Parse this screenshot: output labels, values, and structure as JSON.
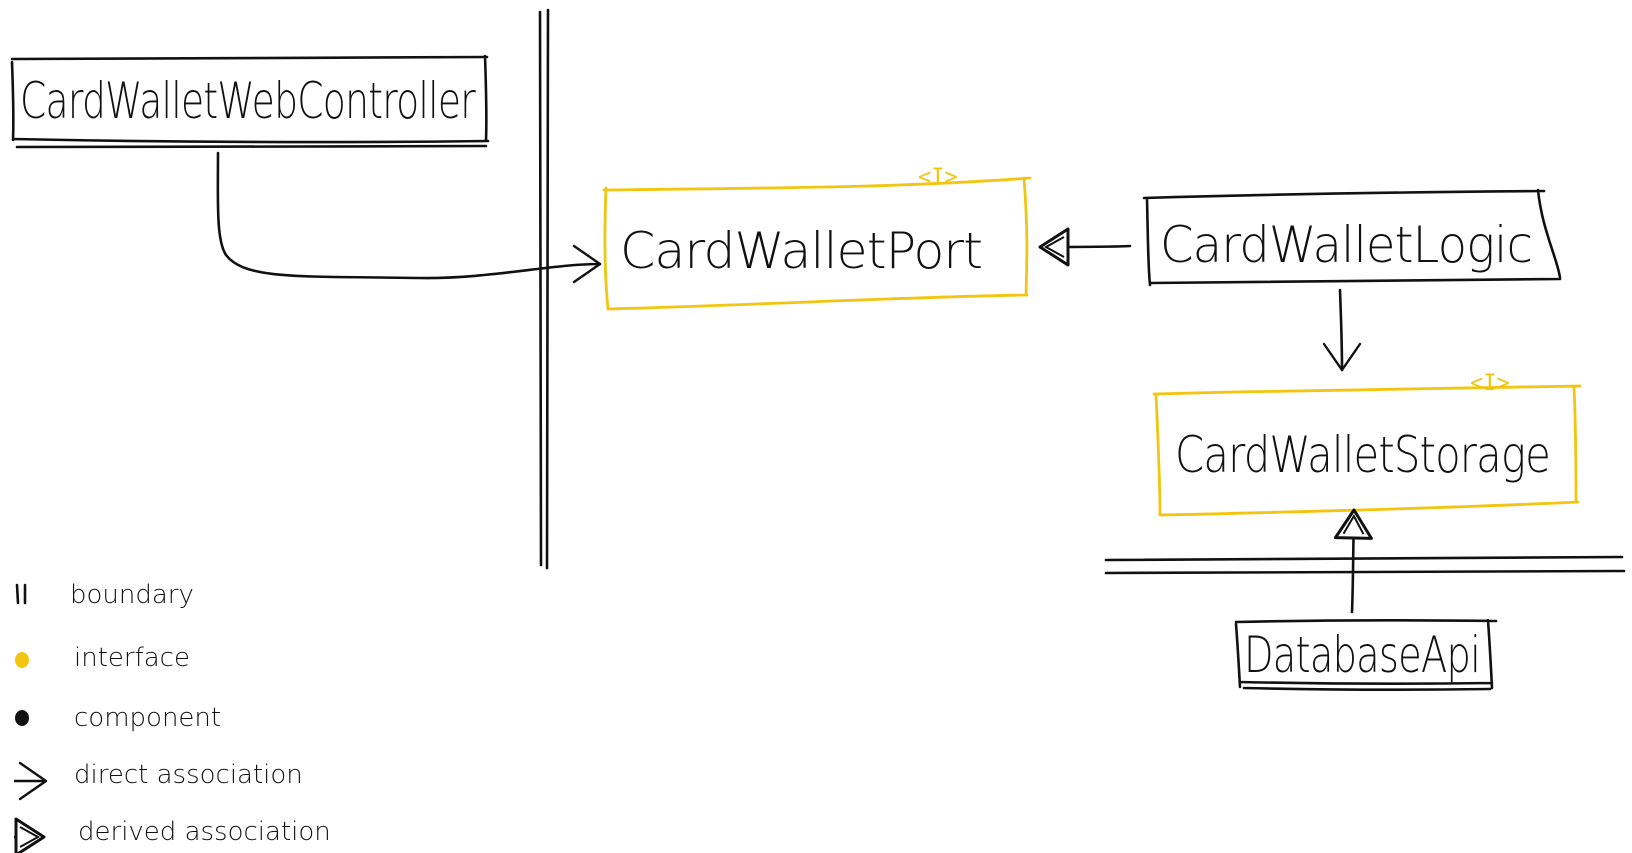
{
  "colors": {
    "ink": "#111111",
    "interface": "#F2C511"
  },
  "nodes": {
    "web_controller": {
      "label": "CardWalletWebController",
      "kind": "component"
    },
    "port": {
      "label": "CardWalletPort",
      "kind": "interface",
      "marker": "<I>"
    },
    "logic": {
      "label": "CardWalletLogic",
      "kind": "component"
    },
    "storage": {
      "label": "CardWalletStorage",
      "kind": "interface",
      "marker": "<I>"
    },
    "database_api": {
      "label": "DatabaseApi",
      "kind": "component"
    }
  },
  "legend": {
    "boundary": "boundary",
    "interface": "interface",
    "component": "component",
    "direct_association": "direct association",
    "derived_association": "derived association"
  }
}
